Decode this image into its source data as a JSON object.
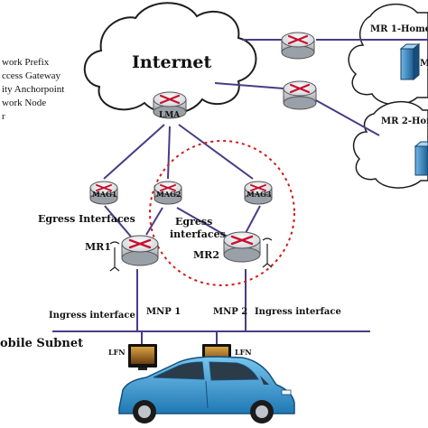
{
  "cloud_internet": {
    "label": "Internet"
  },
  "legend": {
    "lines": [
      "work Prefix",
      "ccess Gateway",
      "ity Anchorpoint",
      "work Node",
      "r"
    ]
  },
  "home_networks": {
    "mr1_home": "MR 1-Home",
    "mr1_home_partial": "M",
    "mr2_home": "MR 2-Home"
  },
  "nodes": {
    "lma": "LMA",
    "mag1": "MAG1",
    "mag2": "MAG2",
    "mag3": "MAG3",
    "mr1": "MR1",
    "mr2": "MR2",
    "lfn_left": "LFN",
    "lfn_right": "LFN"
  },
  "labels": {
    "egress_interfaces_left": "Egress Interfaces",
    "egress_interfaces_mid_1": "Egress",
    "egress_interfaces_mid_2": "interfaces",
    "ingress_interface_left": "Ingress interface",
    "ingress_interface_right": "Ingress interface",
    "mnp1": "MNP  1",
    "mnp2": "MNP  2",
    "mobile_subnet": "obile Subnet"
  },
  "colors": {
    "link": "#4a3b86",
    "dotted_circle": "#d11a1a",
    "car_body": "#3fa3d8",
    "router_arrow": "#c8102e"
  }
}
